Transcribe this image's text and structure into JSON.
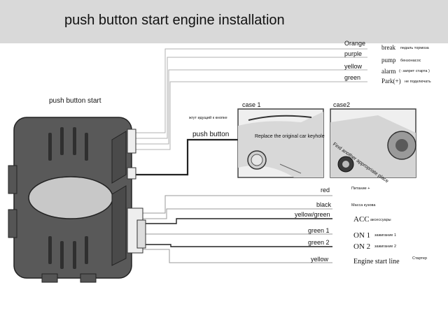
{
  "title": "push button start engine installation",
  "module_label": "push button start",
  "top_wires": [
    {
      "color": "Orange",
      "func": "break",
      "ru": "педаль тормоза"
    },
    {
      "color": "purple",
      "func": "pump",
      "ru": "бензонасос"
    },
    {
      "color": "yellow",
      "func": "alarm",
      "ru": "(- запрет старта )"
    },
    {
      "color": "green",
      "func": "Park(+)",
      "ru": "не подключать"
    }
  ],
  "harness_label": "жгут идущий к кнопке",
  "push_button_label": "push button",
  "case1": {
    "label": "case 1",
    "note": "Replace the original car keyhole"
  },
  "case2": {
    "label": "case2",
    "note": "Find another appropriate place"
  },
  "bottom_wires": [
    {
      "color": "red",
      "func": "",
      "ru": "Питание +"
    },
    {
      "color": "black",
      "func": "",
      "ru": "Масса кузова"
    },
    {
      "color": "yellow/green",
      "func": "ACC",
      "ru": "аксессуары"
    },
    {
      "color": "green 1",
      "func": "ON 1",
      "ru": "зажигание 1"
    },
    {
      "color": "green 2",
      "func": "ON 2",
      "ru": "зажигание 2"
    },
    {
      "color": "yellow",
      "func": "Engine start line",
      "ru": "Стартер"
    }
  ],
  "colors": {
    "header_bg": "#d9d9d9",
    "module_body": "#5a5a5a",
    "wire": "#9a9a9a"
  }
}
